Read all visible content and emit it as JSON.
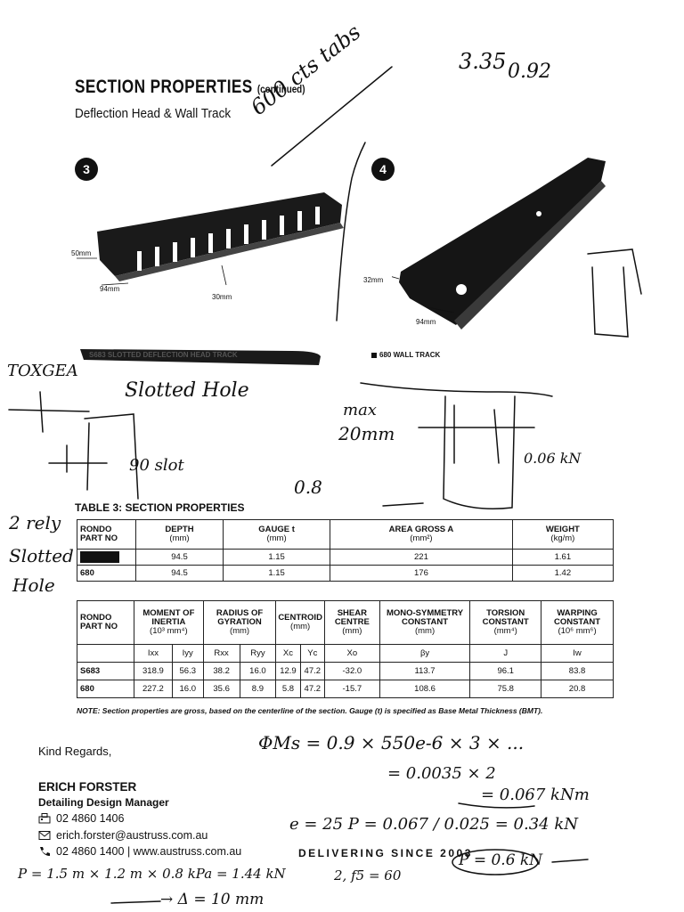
{
  "header": {
    "title": "SECTION PROPERTIES",
    "title_suffix": "(continued)",
    "subtitle": "Deflection Head & Wall Track"
  },
  "figures": [
    {
      "badge": "3",
      "dims": [
        "50mm",
        "94mm",
        "30mm"
      ],
      "caption": "S683 SLOTTED DEFLECTION HEAD TRACK"
    },
    {
      "badge": "4",
      "dims": [
        "32mm",
        "94mm"
      ],
      "caption": "680 WALL TRACK"
    }
  ],
  "table3": {
    "title": "TABLE 3: SECTION PROPERTIES",
    "headers": [
      {
        "label": "RONDO PART NO",
        "unit": ""
      },
      {
        "label": "DEPTH",
        "unit": "(mm)"
      },
      {
        "label": "GAUGE t",
        "unit": "(mm)"
      },
      {
        "label": "AREA GROSS A",
        "unit": "(mm²)"
      },
      {
        "label": "WEIGHT",
        "unit": "(kg/m)"
      }
    ],
    "rows": [
      {
        "part": "",
        "depth": "94.5",
        "gauge": "1.15",
        "area": "221",
        "weight": "1.61"
      },
      {
        "part": "680",
        "depth": "94.5",
        "gauge": "1.15",
        "area": "176",
        "weight": "1.42"
      }
    ]
  },
  "table4": {
    "headers": [
      {
        "label": "RONDO PART NO",
        "unit": ""
      },
      {
        "label": "MOMENT OF INERTIA",
        "unit": "(10³ mm⁴)"
      },
      {
        "label": "RADIUS OF GYRATION",
        "unit": "(mm)"
      },
      {
        "label": "CENTROID",
        "unit": "(mm)"
      },
      {
        "label": "SHEAR CENTRE",
        "unit": "(mm)"
      },
      {
        "label": "MONO-SYMMETRY CONSTANT",
        "unit": "(mm)"
      },
      {
        "label": "TORSION CONSTANT",
        "unit": "(mm⁴)"
      },
      {
        "label": "WARPING CONSTANT",
        "unit": "(10⁶ mm⁶)"
      }
    ],
    "subheaders": [
      "Ixx",
      "Iyy",
      "Rxx",
      "Ryy",
      "Xc",
      "Yc",
      "Xo",
      "βy",
      "J",
      "Iw"
    ],
    "rows": [
      {
        "part": "S683",
        "values": [
          "318.9",
          "56.3",
          "38.2",
          "16.0",
          "12.9",
          "47.2",
          "-32.0",
          "113.7",
          "96.1",
          "83.8"
        ]
      },
      {
        "part": "680",
        "values": [
          "227.2",
          "16.0",
          "35.6",
          "8.9",
          "5.8",
          "47.2",
          "-15.7",
          "108.6",
          "75.8",
          "20.8"
        ]
      }
    ],
    "note": "NOTE: Section properties are gross, based on the centerline of the section. Gauge (t) is specified as Base Metal Thickness (BMT)."
  },
  "signature": {
    "greeting": "Kind Regards,",
    "name": "ERICH FORSTER",
    "role": "Detailing Design Manager",
    "fax": "02 4860 1406",
    "email": "erich.forster@austruss.com.au",
    "phone_web": "02 4860 1400 | www.austruss.com.au",
    "tagline": "DELIVERING SINCE 2003"
  },
  "handwriting": {
    "top_diag": "600 cts tabs",
    "top_right_1": "3.35",
    "top_right_2": "0.92",
    "left_1": "TOXGEA",
    "left_2": "Slotted Hole",
    "left_3": "90 slot",
    "left_4": "2 rely",
    "left_5": "Slotted",
    "left_6": "Hole",
    "mid_1": "max",
    "mid_2": "20mm",
    "mid_3": "0.8",
    "mid_4": "0.06 kN",
    "calc_1": "ΦMs = 0.9 × 550e-6 × 3 × ...",
    "calc_2": "= 0.0035 × 2",
    "calc_3": "= 0.067 kNm",
    "calc_4": "e = 25   P = 0.067 / 0.025 = 0.34 kN",
    "calc_5": "P = 0.6 kN",
    "bottom_1": "P = 1.5 m × 1.2 m × 0.8 kPa = 1.44 kN",
    "bottom_2": "2, f5 = 60",
    "bottom_3": "→ Δ = 10 mm"
  }
}
